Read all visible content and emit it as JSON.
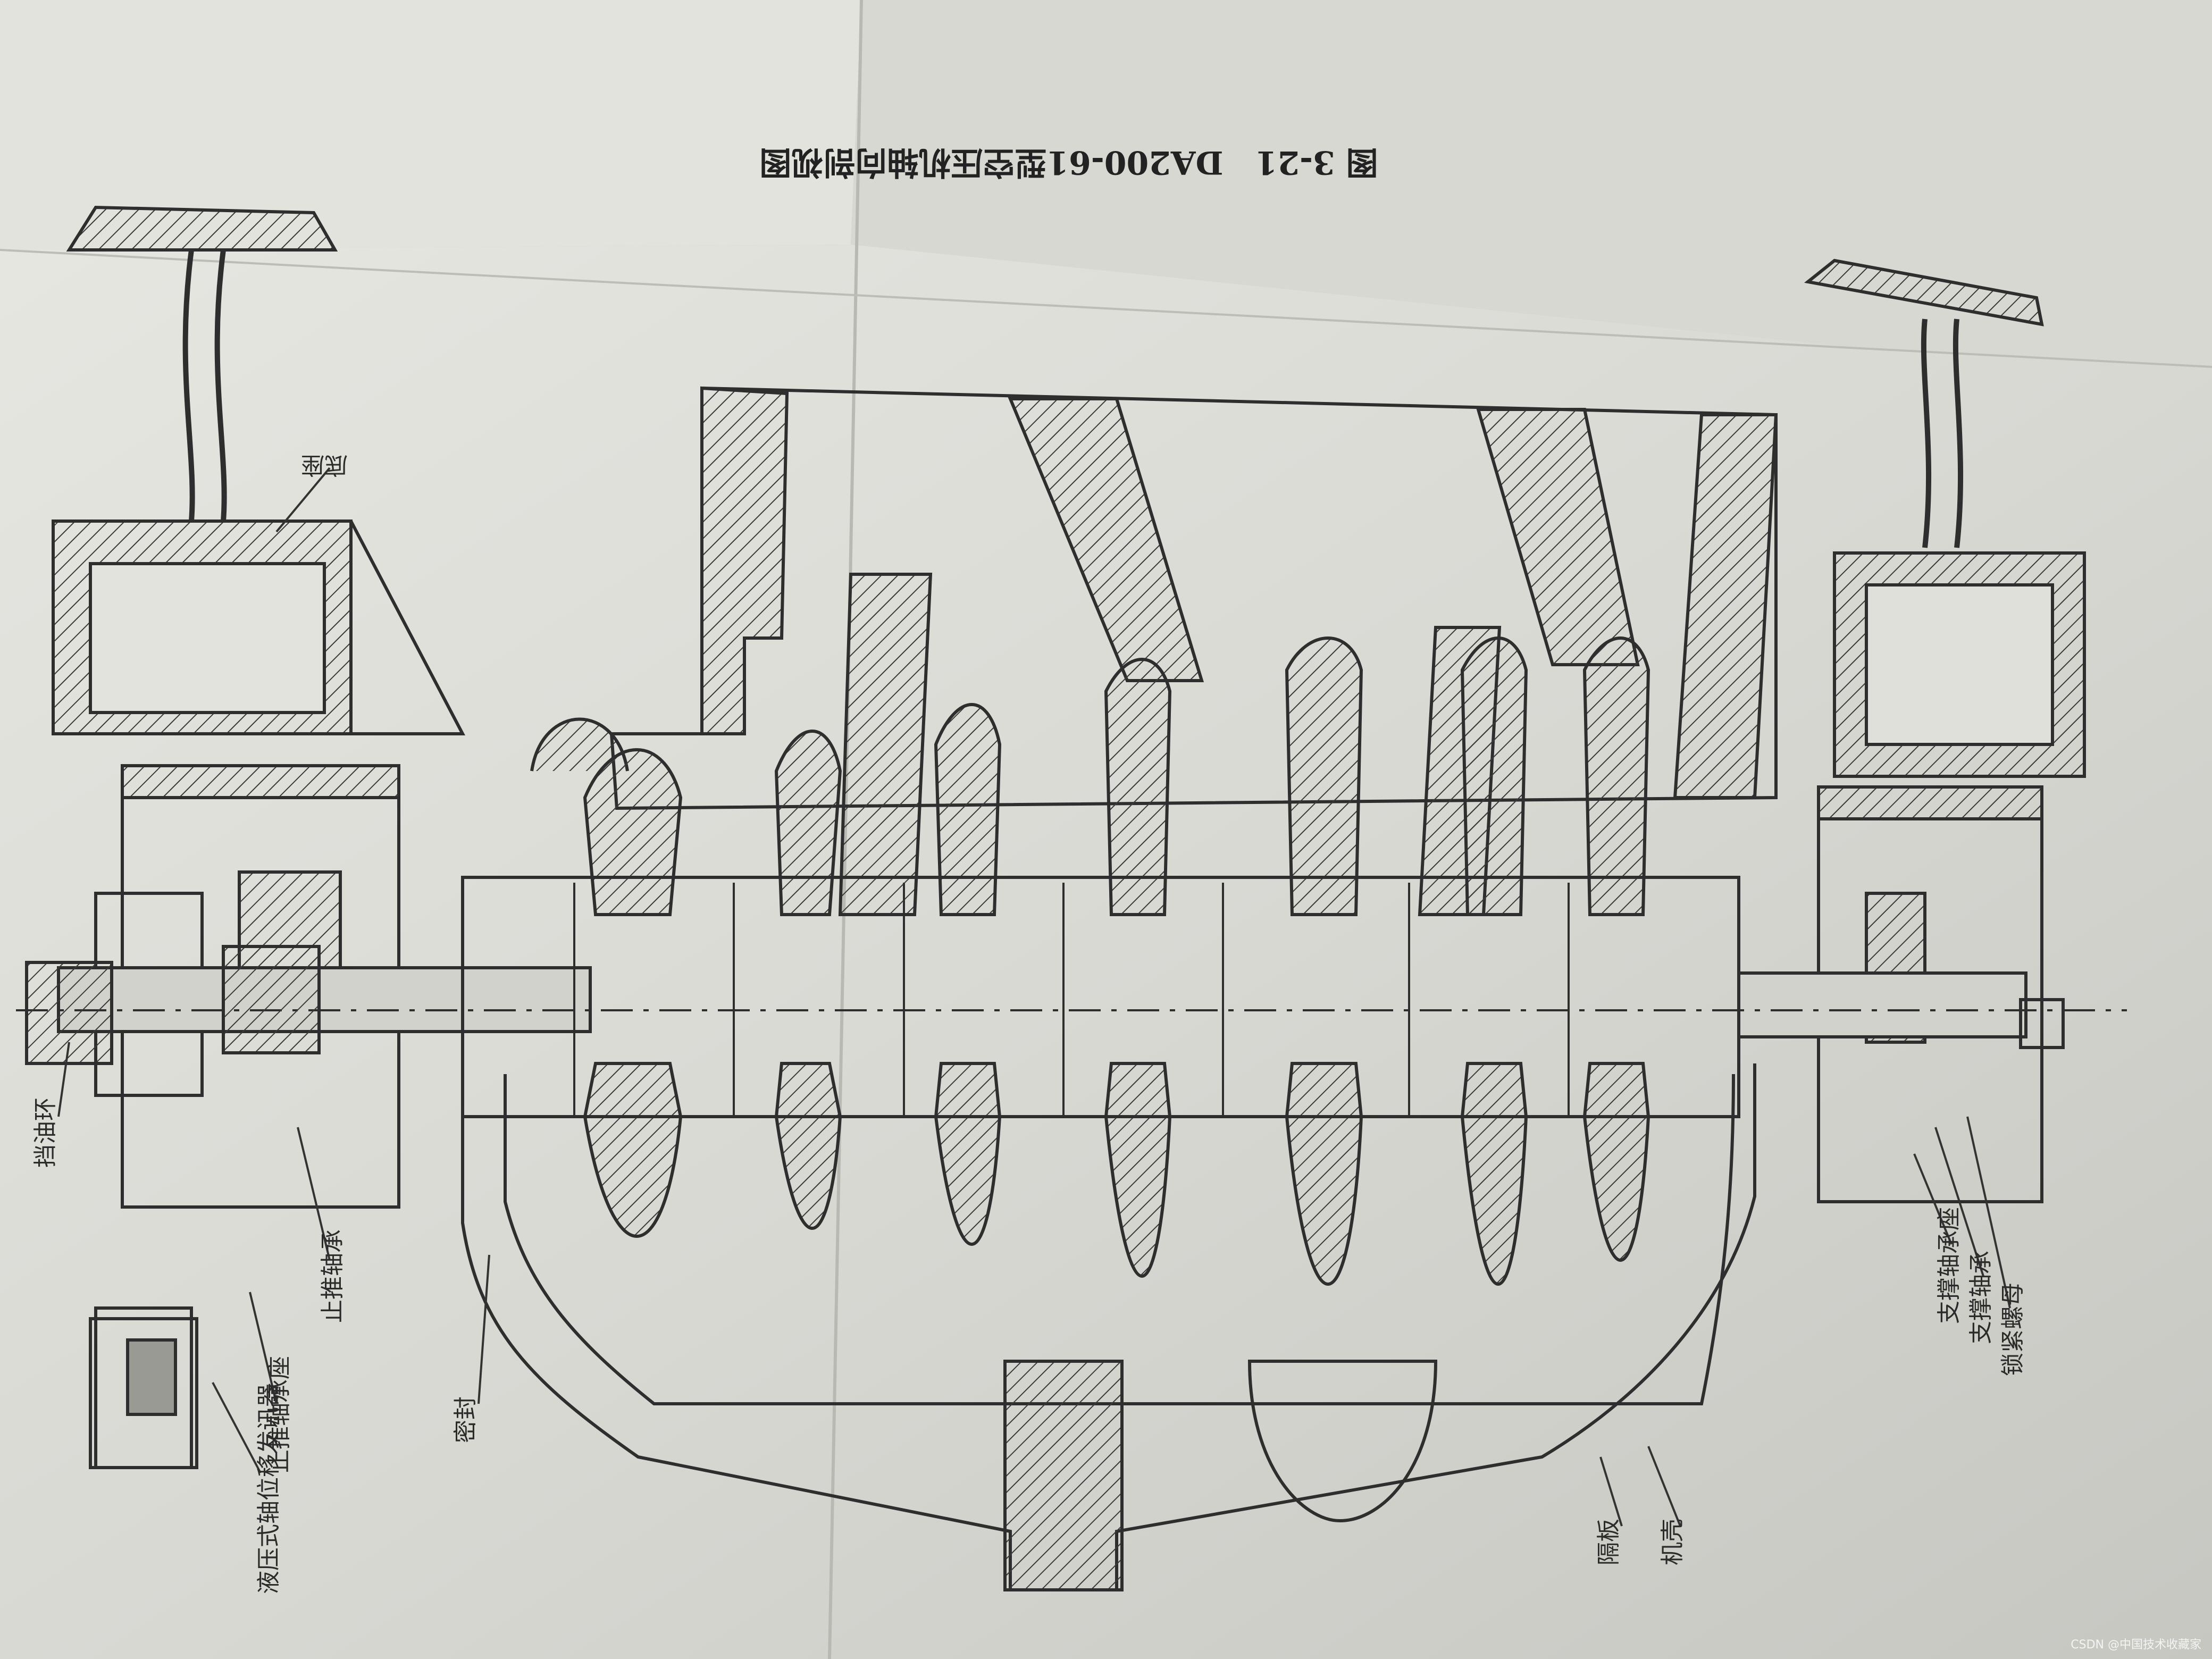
{
  "figure_title": "图 3-21　DA200-61型空压机轴向剖视图",
  "labels": {
    "base_left": "底座",
    "thrust_nut": "锁紧螺母",
    "thrust_bearing": "止推轴承",
    "thrust_pad": "止推轴承座",
    "axial_displacement_sender": "液压式轴位移发讯器",
    "seal": "密封",
    "housing": "机壳",
    "diaphragm": "隔板",
    "support_bearing_seat": "支撑轴承座",
    "support_bearing": "支撑轴承",
    "coupling_end": "挡油环"
  },
  "watermark": "CSDN @中国技术收藏家"
}
